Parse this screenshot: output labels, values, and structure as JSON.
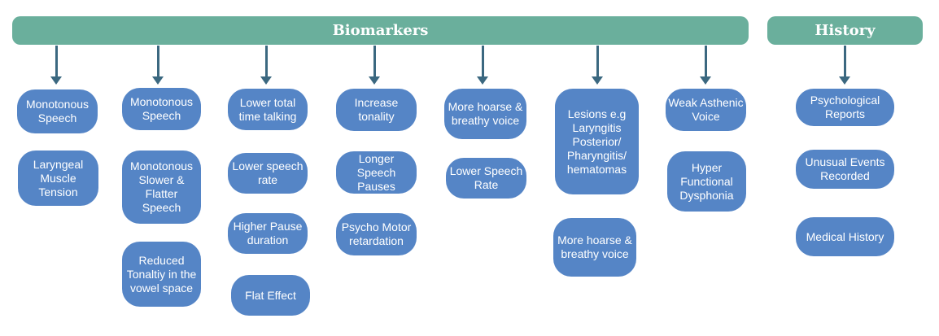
{
  "banners": {
    "biomarkers": "Biomarkers",
    "history": "History"
  },
  "columns": [
    [
      "Monotonous Speech",
      "Laryngeal Muscle Tension"
    ],
    [
      "Monotonous Speech",
      "Monotonous Slower & Flatter Speech",
      "Reduced Tonaltiy in the vowel space"
    ],
    [
      "Lower total time talking",
      "Lower speech rate",
      "Higher Pause duration",
      "Flat Effect"
    ],
    [
      "Increase tonality",
      "Longer Speech Pauses",
      "Psycho Motor retardation"
    ],
    [
      "More hoarse & breathy voice",
      "Lower Speech Rate"
    ],
    [
      "Lesions e.g Laryngitis Posterior/ Pharyngitis/ hematomas",
      "More hoarse & breathy voice"
    ],
    [
      "Weak Asthenic Voice",
      "Hyper Functional Dysphonia"
    ],
    [
      "Psychological Reports",
      "Unusual Events Recorded",
      "Medical History"
    ]
  ],
  "colors": {
    "banner": "#6aaf9c",
    "node": "#5585c6",
    "arrow": "#3b6880",
    "text": "#ffffff"
  }
}
